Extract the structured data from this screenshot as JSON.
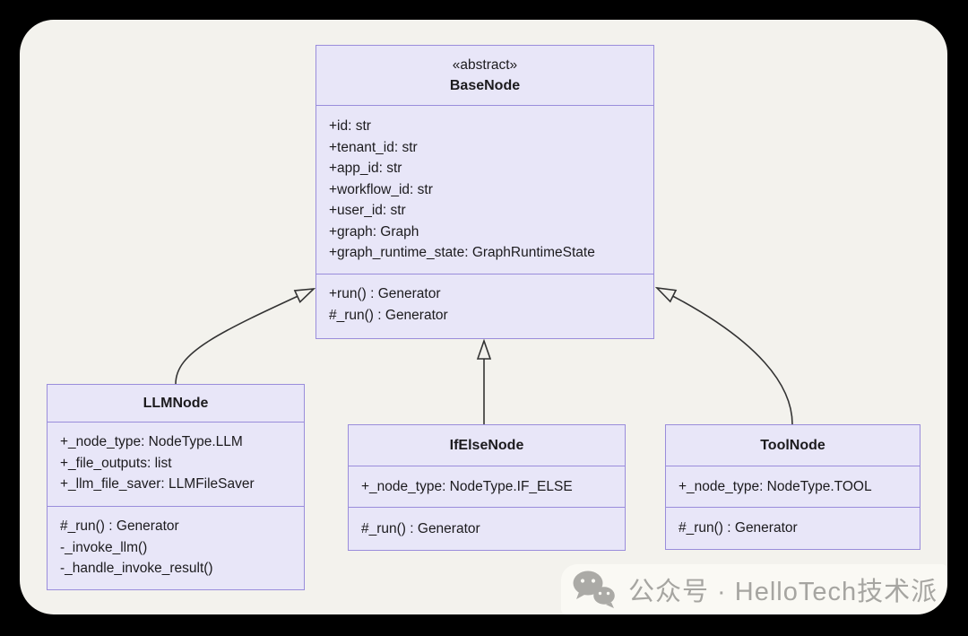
{
  "diagram": {
    "background_color": "#F3F2ED",
    "outer_background_color": "#000000",
    "box_fill_color": "#E8E6F8",
    "box_border_color": "#9A8DDB",
    "edge_color": "#333333",
    "classes": [
      {
        "annotation": "«abstract»",
        "name": "BaseNode",
        "attributes": [
          "+id: str",
          "+tenant_id: str",
          "+app_id: str",
          "+workflow_id: str",
          "+user_id: str",
          "+graph: Graph",
          "+graph_runtime_state: GraphRuntimeState"
        ],
        "methods": [
          "+run() : Generator",
          "#_run() : Generator"
        ]
      },
      {
        "annotation": "",
        "name": "LLMNode",
        "attributes": [
          "+_node_type: NodeType.LLM",
          "+_file_outputs: list",
          "+_llm_file_saver: LLMFileSaver"
        ],
        "methods": [
          "#_run() : Generator",
          "-_invoke_llm()",
          "-_handle_invoke_result()"
        ]
      },
      {
        "annotation": "",
        "name": "IfElseNode",
        "attributes": [
          "+_node_type: NodeType.IF_ELSE"
        ],
        "methods": [
          "#_run() : Generator"
        ]
      },
      {
        "annotation": "",
        "name": "ToolNode",
        "attributes": [
          "+_node_type: NodeType.TOOL"
        ],
        "methods": [
          "#_run() : Generator"
        ]
      }
    ],
    "relations": [
      {
        "from": "LLMNode",
        "to": "BaseNode",
        "type": "inheritance"
      },
      {
        "from": "IfElseNode",
        "to": "BaseNode",
        "type": "inheritance"
      },
      {
        "from": "ToolNode",
        "to": "BaseNode",
        "type": "inheritance"
      }
    ]
  },
  "watermark": {
    "icon": "wechat-icon",
    "text": "公众号 · HelloTech技术派",
    "text_color": "#A6A5A1",
    "icon_color": "#ABAAA6"
  }
}
